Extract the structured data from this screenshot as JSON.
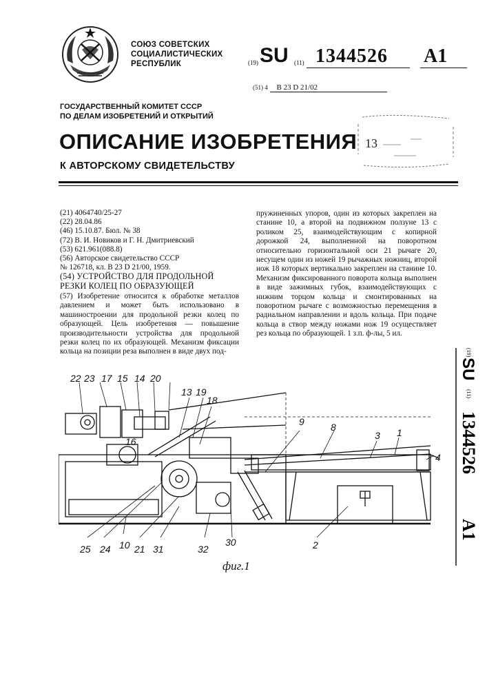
{
  "header": {
    "org_lines": [
      "СОЮЗ СОВЕТСКИХ",
      "СОЦИАЛИСТИЧЕСКИХ",
      "РЕСПУБЛИК"
    ],
    "country_code_label": "(19)",
    "country_code": "SU",
    "number_label": "(11)",
    "patent_number": "1344526",
    "doc_kind": "A1",
    "ipc_label": "(51) 4",
    "ipc_value": "B 23 D 21/02",
    "committee_lines": [
      "ГОСУДАРСТВЕННЫЙ КОМИТЕТ СССР",
      "ПО ДЕЛАМ ИЗОБРЕТЕНИЙ И ОТКРЫТИЙ"
    ],
    "title": "ОПИСАНИЕ ИЗОБРЕТЕНИЯ",
    "subtitle": "К АВТОРСКОМУ СВИДЕТЕЛЬСТВУ",
    "stamp_line": "13"
  },
  "biblio": [
    "(21) 4064740/25-27",
    "(22) 28.04.86",
    "(46) 15.10.87. Бюл. № 38",
    "(72) В. И. Новиков и Г. Н. Дмитриевский",
    "(53) 621.961(088.8)",
    "(56) Авторское свидетельство СССР",
    "№ 126718, кл. В 23 D 21/00, 1959."
  ],
  "invention_title_lines": [
    "(54) УСТРОЙСТВО ДЛЯ ПРОДОЛЬНОЙ",
    "РЕЗКИ КОЛЕЦ ПО ОБРАЗУЮЩЕЙ"
  ],
  "abstract": "(57) Изобретение относится к обработке металлов давлением и может быть использовано в машиностроении для продольной резки колец по образующей. Цель изобретения — повышение производительности устройства для продольной резки колец по их образующей. Механизм фиксации кольца на позиции реза выполнен в виде двух под-",
  "abstract_cont": "пружиненных упоров, один из которых закреплен на станине 10, а второй на подвижном ползуне 13 с роликом 25, взаимодействующим с копирной дорожкой 24, выполненной на поворотном относительно горизонтальной оси 21 рычаге 20, несущем один из ножей 19 рычажных ножниц, второй нож 18 которых вертикально закреплен на станине 10. Механизм фиксированного поворота кольца выполнен в виде зажимных губок, взаимодействующих с нижним торцом кольца и смонтированных на поворотном рычаге с возможностью перемещения в радиальном направлении и вдоль кольца. При подаче кольца в створ между ножами нож 19 осуществляет рез кольца по образующей. 1 з.п. ф-лы, 5 ил.",
  "side_label": {
    "code19": "(19)",
    "country": "SU",
    "code11": "(11)",
    "number": "1344526",
    "kind": "A1"
  },
  "figure": {
    "caption": "фиг.1",
    "callouts_top": [
      "22",
      "23",
      "17",
      "15",
      "14",
      "20",
      "13",
      "19",
      "18",
      "9",
      "8",
      "3",
      "1",
      "4"
    ],
    "callout_16": "16",
    "callouts_bottom": [
      "25",
      "24",
      "10",
      "21",
      "31",
      "32",
      "30",
      "2"
    ]
  }
}
